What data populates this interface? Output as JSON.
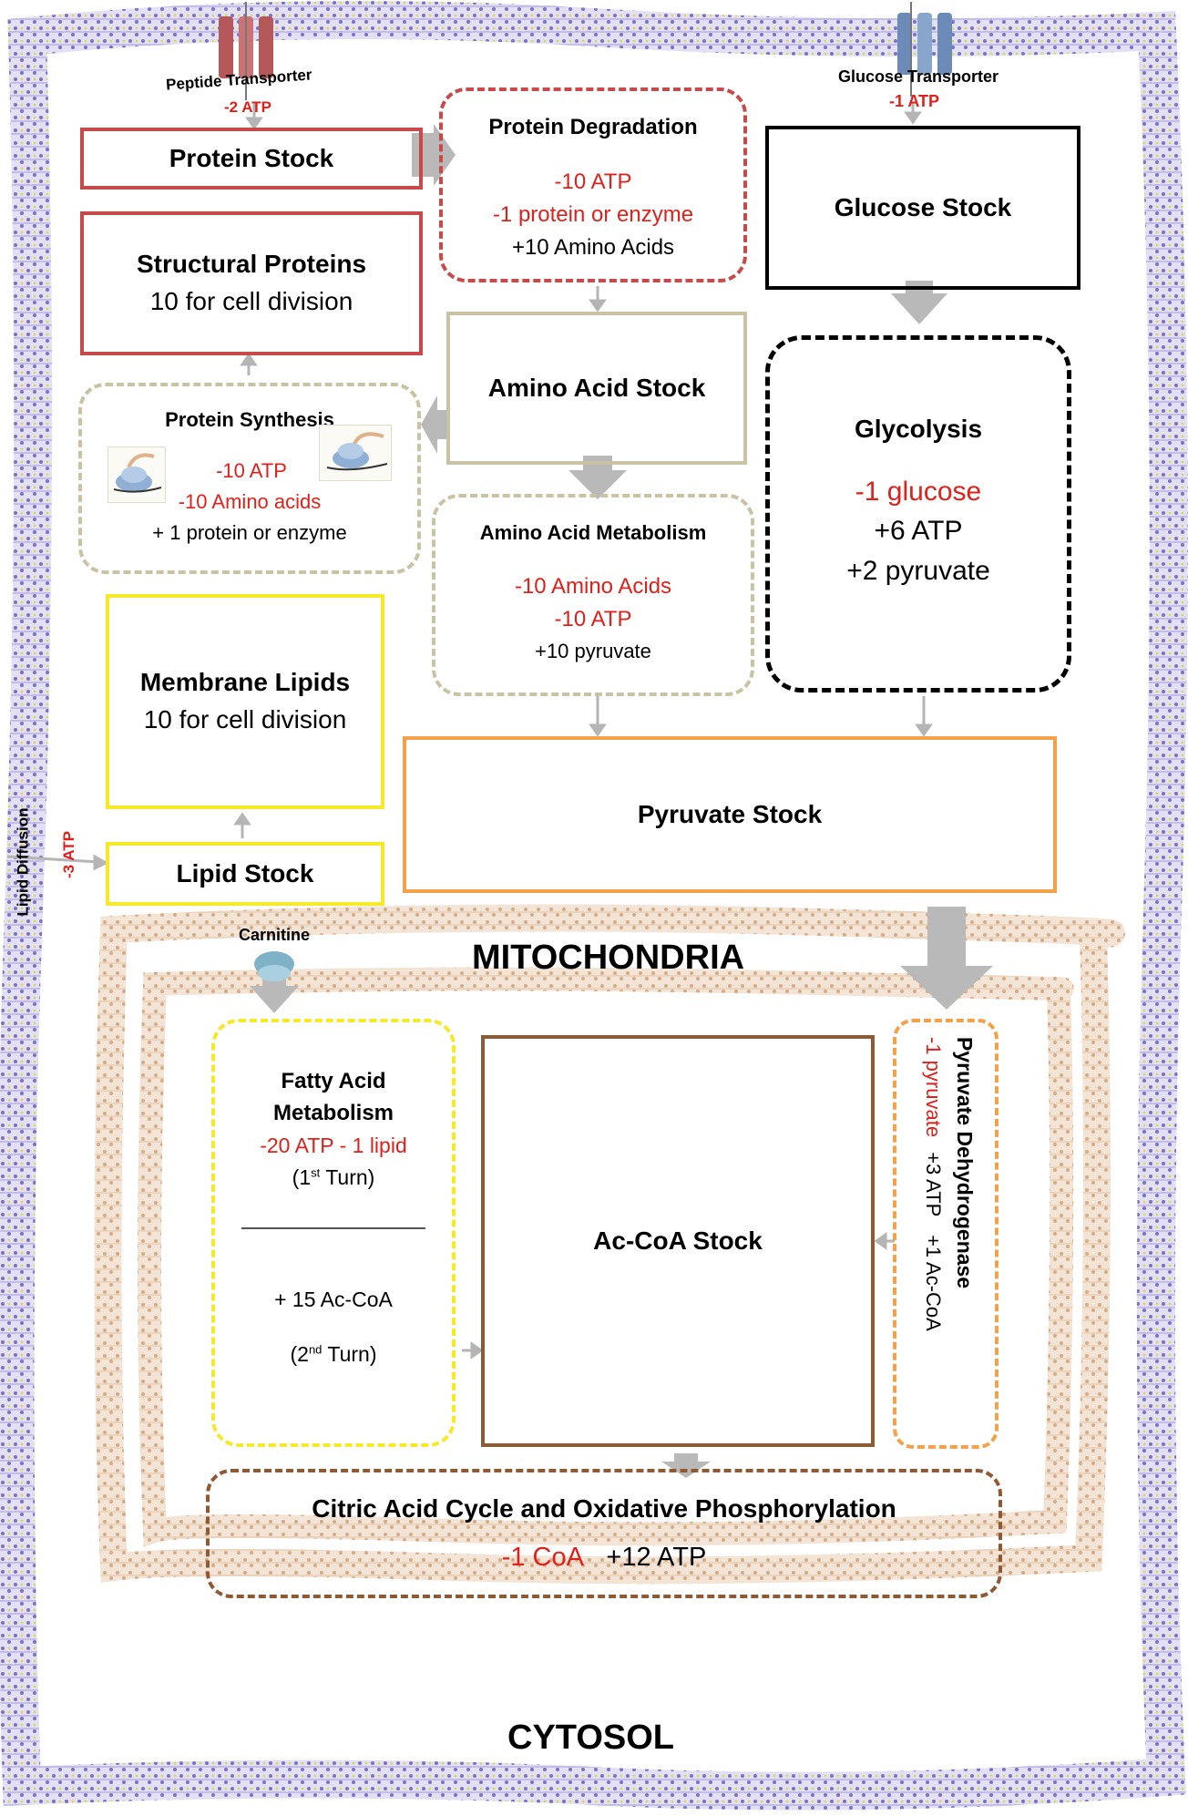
{
  "labels": {
    "peptide_transporter": "Peptide Transporter",
    "peptide_cost": "-2 ATP",
    "glucose_transporter": "Glucose Transporter",
    "glucose_cost": "-1 ATP",
    "lipid_diffusion": "Lipid Diffusion",
    "lipid_cost": "-3 ATP",
    "carnitine": "Carnitine",
    "mitochondria": "MITOCHONDRIA",
    "cytosol": "CYTOSOL"
  },
  "protein_stock": {
    "title": "Protein Stock"
  },
  "structural_proteins": {
    "title": "Structural Proteins",
    "note": "10 for cell division"
  },
  "protein_degradation": {
    "title": "Protein Degradation",
    "line1": "-10 ATP",
    "line2": "-1 protein or enzyme",
    "line3": "+10 Amino Acids"
  },
  "glucose_stock": {
    "title": "Glucose Stock"
  },
  "amino_acid_stock": {
    "title": "Amino Acid Stock"
  },
  "protein_synthesis": {
    "title": "Protein Synthesis",
    "line1": "-10 ATP",
    "line2": "-10 Amino acids",
    "line3": "+ 1 protein or enzyme"
  },
  "glycolysis": {
    "title": "Glycolysis",
    "line1": "-1 glucose",
    "line2": "+6 ATP",
    "line3": "+2 pyruvate"
  },
  "amino_acid_metabolism": {
    "title": "Amino Acid Metabolism",
    "line1": "-10 Amino Acids",
    "line2": "-10 ATP",
    "line3": "+10 pyruvate"
  },
  "membrane_lipids": {
    "title": "Membrane Lipids",
    "note": "10 for cell division"
  },
  "pyruvate_stock": {
    "title": "Pyruvate Stock"
  },
  "lipid_stock": {
    "title": "Lipid Stock"
  },
  "fatty_acid_metabolism": {
    "title_line1": "Fatty Acid",
    "title_line2": "Metabolism",
    "cost": "-20 ATP - 1 lipid",
    "turn1_open": "(1",
    "turn1_sup": "st",
    "turn1_close": " Turn)",
    "yield": "+ 15 Ac-CoA",
    "turn2_open": "(2",
    "turn2_sup": "nd",
    "turn2_close": " Turn)"
  },
  "ac_coa_stock": {
    "title": "Ac-CoA Stock"
  },
  "pyruvate_dehydrogenase": {
    "title": "Pyruvate Dehydrogenase",
    "line1": "-1 pyruvate",
    "line2": "+3 ATP",
    "line3": "+1 Ac-CoA"
  },
  "citric_acid_cycle": {
    "title": "Citric Acid Cycle and Oxidative Phosphorylation",
    "cost": "-1 CoA",
    "gain": "+12 ATP"
  },
  "colors": {
    "protein": "#c8494a",
    "amino": "#c9c2a4",
    "glucose": "#000000",
    "lipid": "#f6e928",
    "pyruvate": "#f4a14a",
    "acoa": "#8e5a35",
    "membrane": "#8a7fd0",
    "mito_membrane": "#d8b595",
    "arrow": "#b5b5b5",
    "text_red": "#e0201b"
  }
}
